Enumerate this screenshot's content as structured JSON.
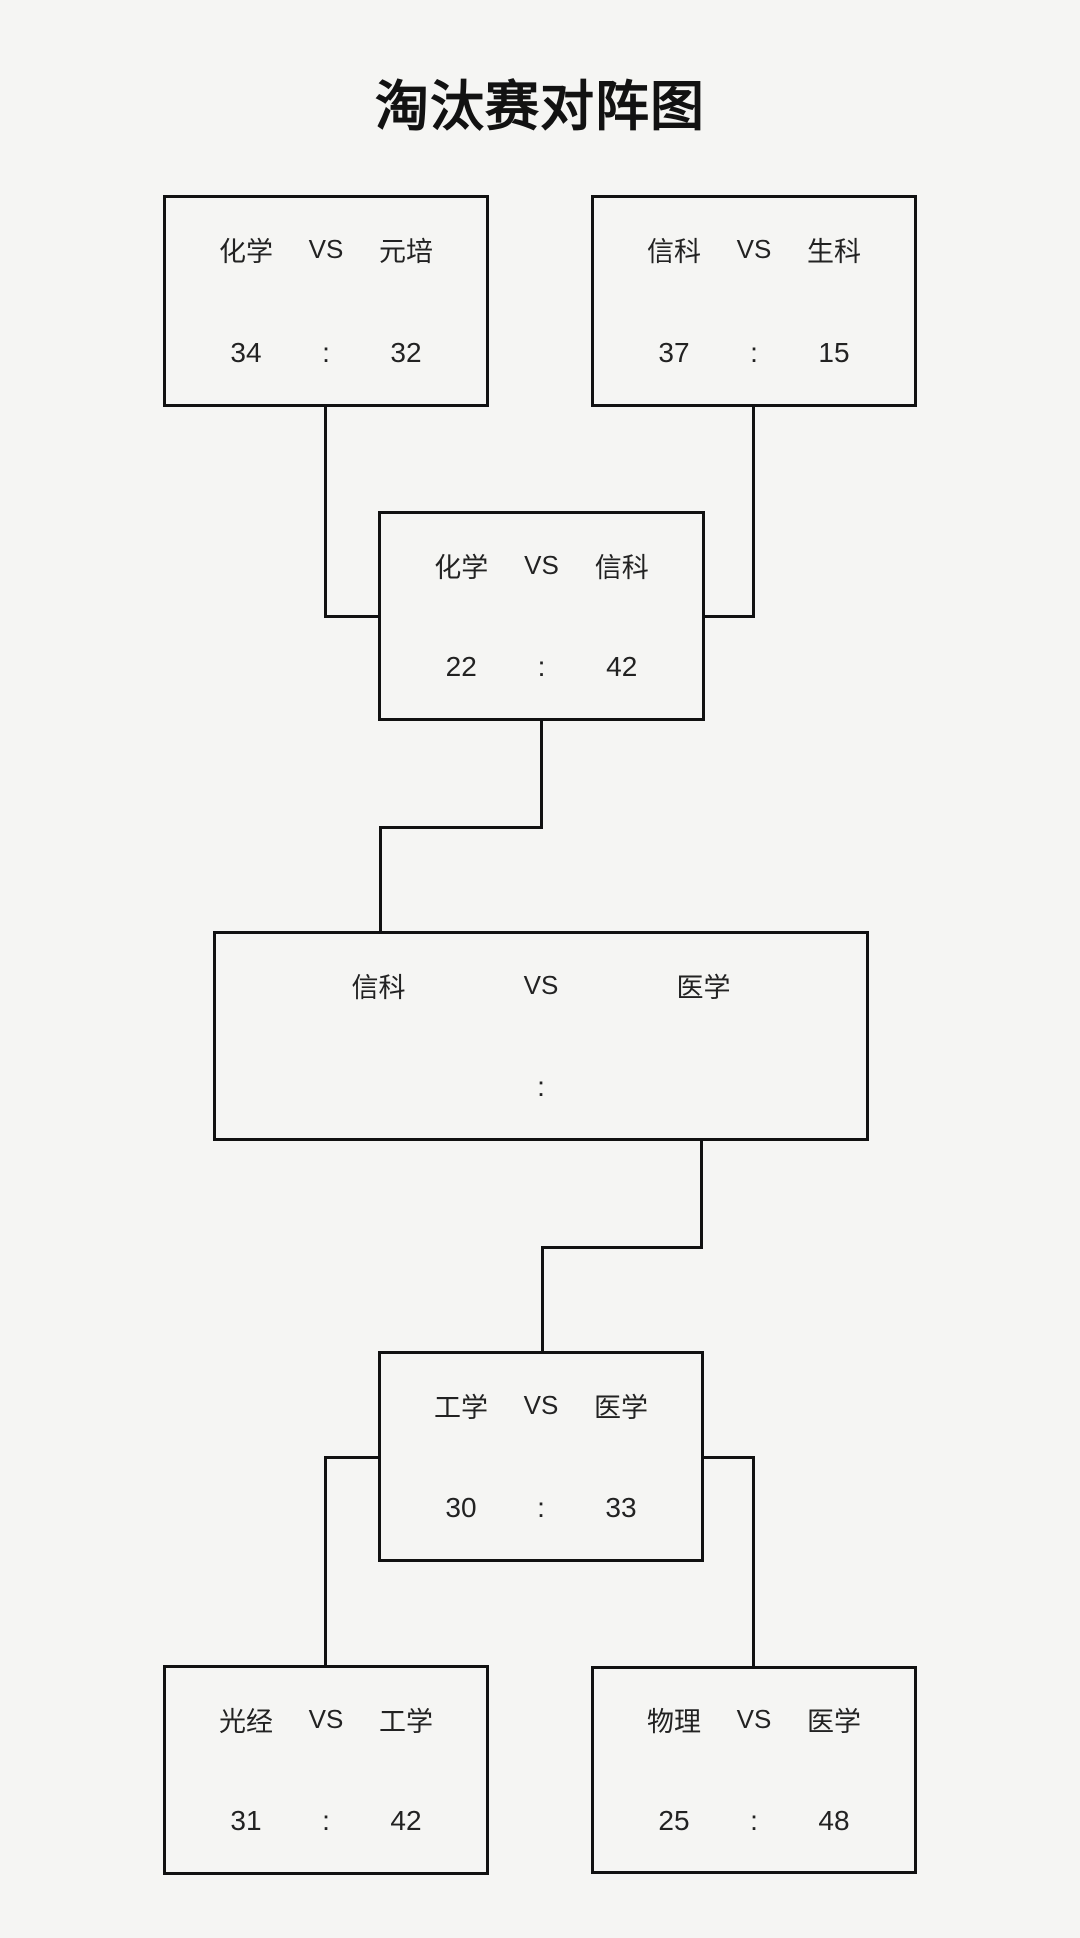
{
  "title": "淘汰赛对阵图",
  "colors": {
    "background": "#f5f5f3",
    "line": "#111111",
    "text": "#222222"
  },
  "matches": [
    {
      "round": "round1-top-left",
      "team1": "化学",
      "vs": "VS",
      "team2": "元培",
      "score1": "34",
      "separator": ":",
      "score2": "32"
    },
    {
      "round": "round1-top-right",
      "team1": "信科",
      "vs": "VS",
      "team2": "生科",
      "score1": "37",
      "separator": ":",
      "score2": "15"
    },
    {
      "round": "semifinal-upper",
      "team1": "化学",
      "vs": "VS",
      "team2": "信科",
      "score1": "22",
      "separator": ":",
      "score2": "42"
    },
    {
      "round": "final",
      "team1": "信科",
      "vs": "VS",
      "team2": "医学",
      "score1": "",
      "separator": ":",
      "score2": ""
    },
    {
      "round": "semifinal-lower",
      "team1": "工学",
      "vs": "VS",
      "team2": "医学",
      "score1": "30",
      "separator": ":",
      "score2": "33"
    },
    {
      "round": "round1-bottom-left",
      "team1": "光经",
      "vs": "VS",
      "team2": "工学",
      "score1": "31",
      "separator": ":",
      "score2": "42"
    },
    {
      "round": "round1-bottom-right",
      "team1": "物理",
      "vs": "VS",
      "team2": "医学",
      "score1": "25",
      "separator": ":",
      "score2": "48"
    }
  ]
}
